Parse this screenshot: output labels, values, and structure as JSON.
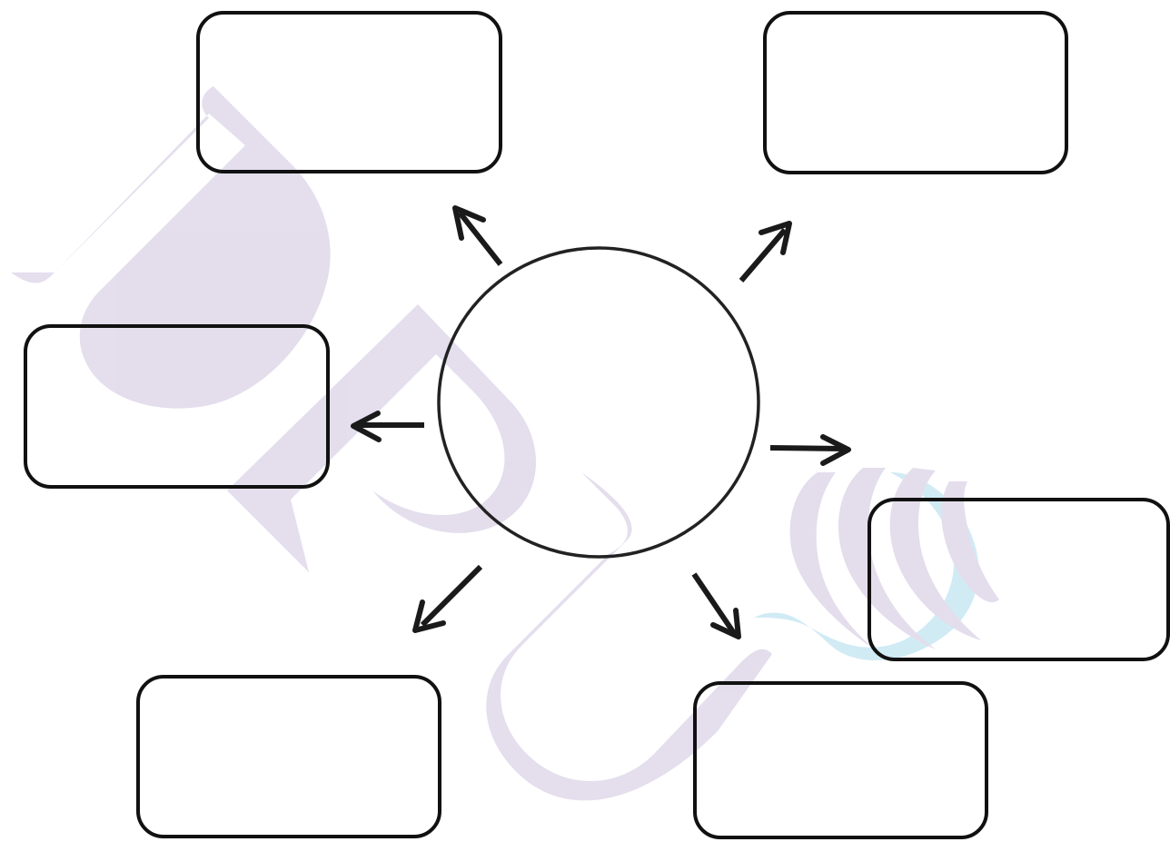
{
  "diagram": {
    "hub": {
      "text": ""
    },
    "boxes": [
      {
        "id": "top-left",
        "text": ""
      },
      {
        "id": "top-right",
        "text": ""
      },
      {
        "id": "middle-left",
        "text": ""
      },
      {
        "id": "middle-right",
        "text": ""
      },
      {
        "id": "bottom-left",
        "text": ""
      },
      {
        "id": "bottom-right",
        "text": ""
      }
    ],
    "arrows": [
      {
        "from": "hub",
        "to": "top-left"
      },
      {
        "from": "hub",
        "to": "top-right"
      },
      {
        "from": "hub",
        "to": "middle-left"
      },
      {
        "from": "hub",
        "to": "middle-right"
      },
      {
        "from": "hub",
        "to": "bottom-left"
      },
      {
        "from": "hub",
        "to": "bottom-right"
      }
    ]
  },
  "colors": {
    "stroke": "#111111",
    "background": "#ffffff",
    "watermark_purple": "#e3dcec",
    "watermark_blue": "#cfeaf5"
  }
}
